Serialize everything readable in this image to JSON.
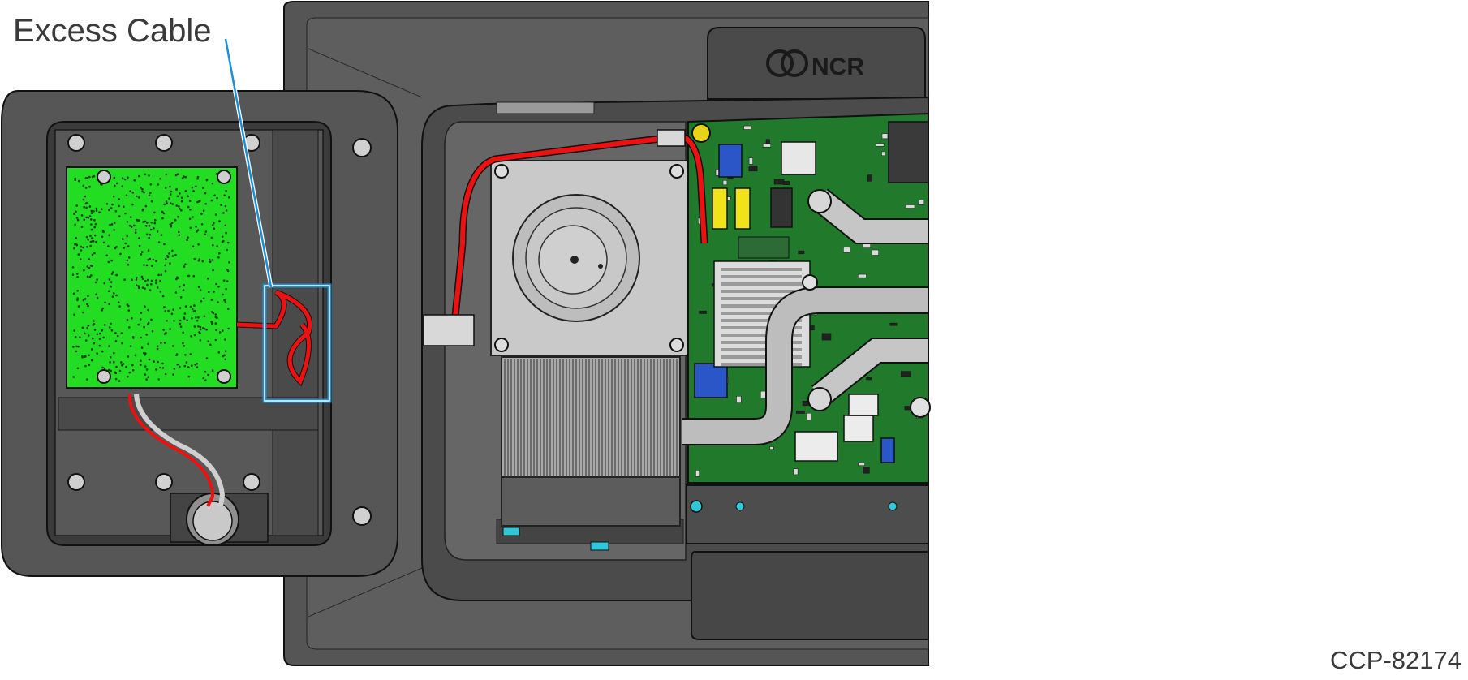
{
  "callout": {
    "label": "Excess Cable"
  },
  "figure": {
    "id": "CCP-82174"
  },
  "brand": {
    "logo_text": "NCR"
  },
  "colors": {
    "housing": "#5a5a5a",
    "housing_dark": "#3d3d3d",
    "housing_line": "#1a1a1a",
    "inner_panel": "#6e6e6e",
    "audio_board": "#22dd22",
    "main_board": "#1f7a2a",
    "fan_metal": "#c8c8c8",
    "heatsink": "#a8a8a8",
    "heat_pipe": "#bdbdbd",
    "cable_red": "#ee1111",
    "cable_grey": "#cfcfcf",
    "connector_yellow": "#f2e21a",
    "connector_blue": "#2a56c8",
    "callout_frame": "#1b8fd6"
  }
}
